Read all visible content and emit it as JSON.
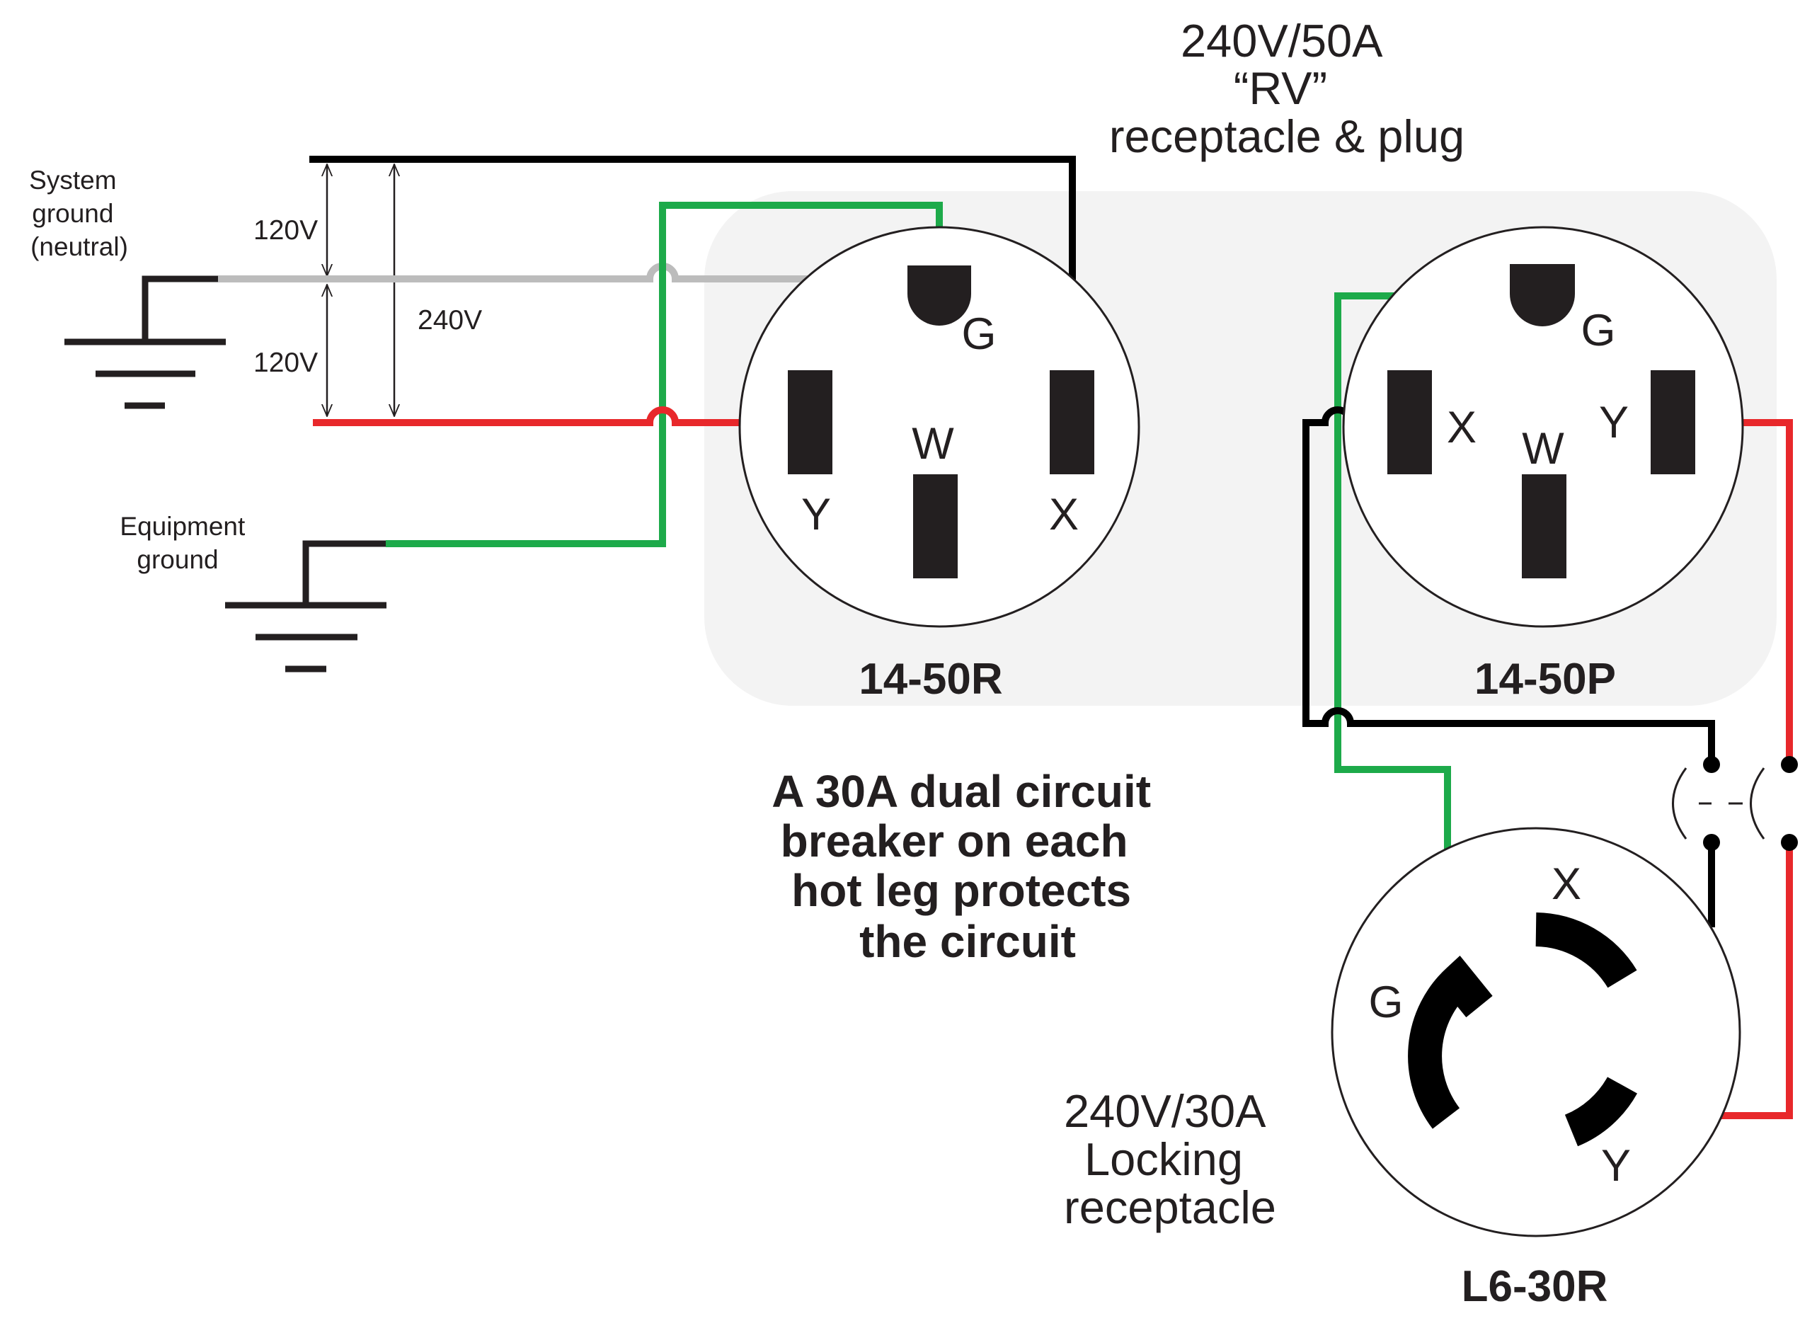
{
  "labels": {
    "system_ground": [
      "System",
      "ground",
      "(neutral)"
    ],
    "equipment_ground": [
      "Equipment",
      "ground"
    ],
    "v120_top": "120V",
    "v120_bottom": "120V",
    "v240": "240V",
    "rv_title": [
      "240V/50A",
      "“RV”",
      "receptacle & plug"
    ],
    "locking_title": [
      "240V/30A",
      "Locking",
      "receptacle"
    ],
    "breaker_note": [
      "A 30A dual circuit",
      "breaker on each",
      "hot leg protects",
      "the circuit"
    ]
  },
  "receptacle_14_50r": {
    "code": "14-50R",
    "g": "G",
    "w": "W",
    "x": "X",
    "y": "Y"
  },
  "plug_14_50p": {
    "code": "14-50P",
    "g": "G",
    "w": "W",
    "x": "X",
    "y": "Y"
  },
  "receptacle_l6_30r": {
    "code": "L6-30R",
    "g": "G",
    "x": "X",
    "y": "Y"
  },
  "colors": {
    "hot_x": "#000000",
    "hot_y": "#e8282b",
    "neutral": "#bcbcbc",
    "ground": "#1daa4a",
    "terminal": "#231f20",
    "panel": "#f3f3f3"
  }
}
